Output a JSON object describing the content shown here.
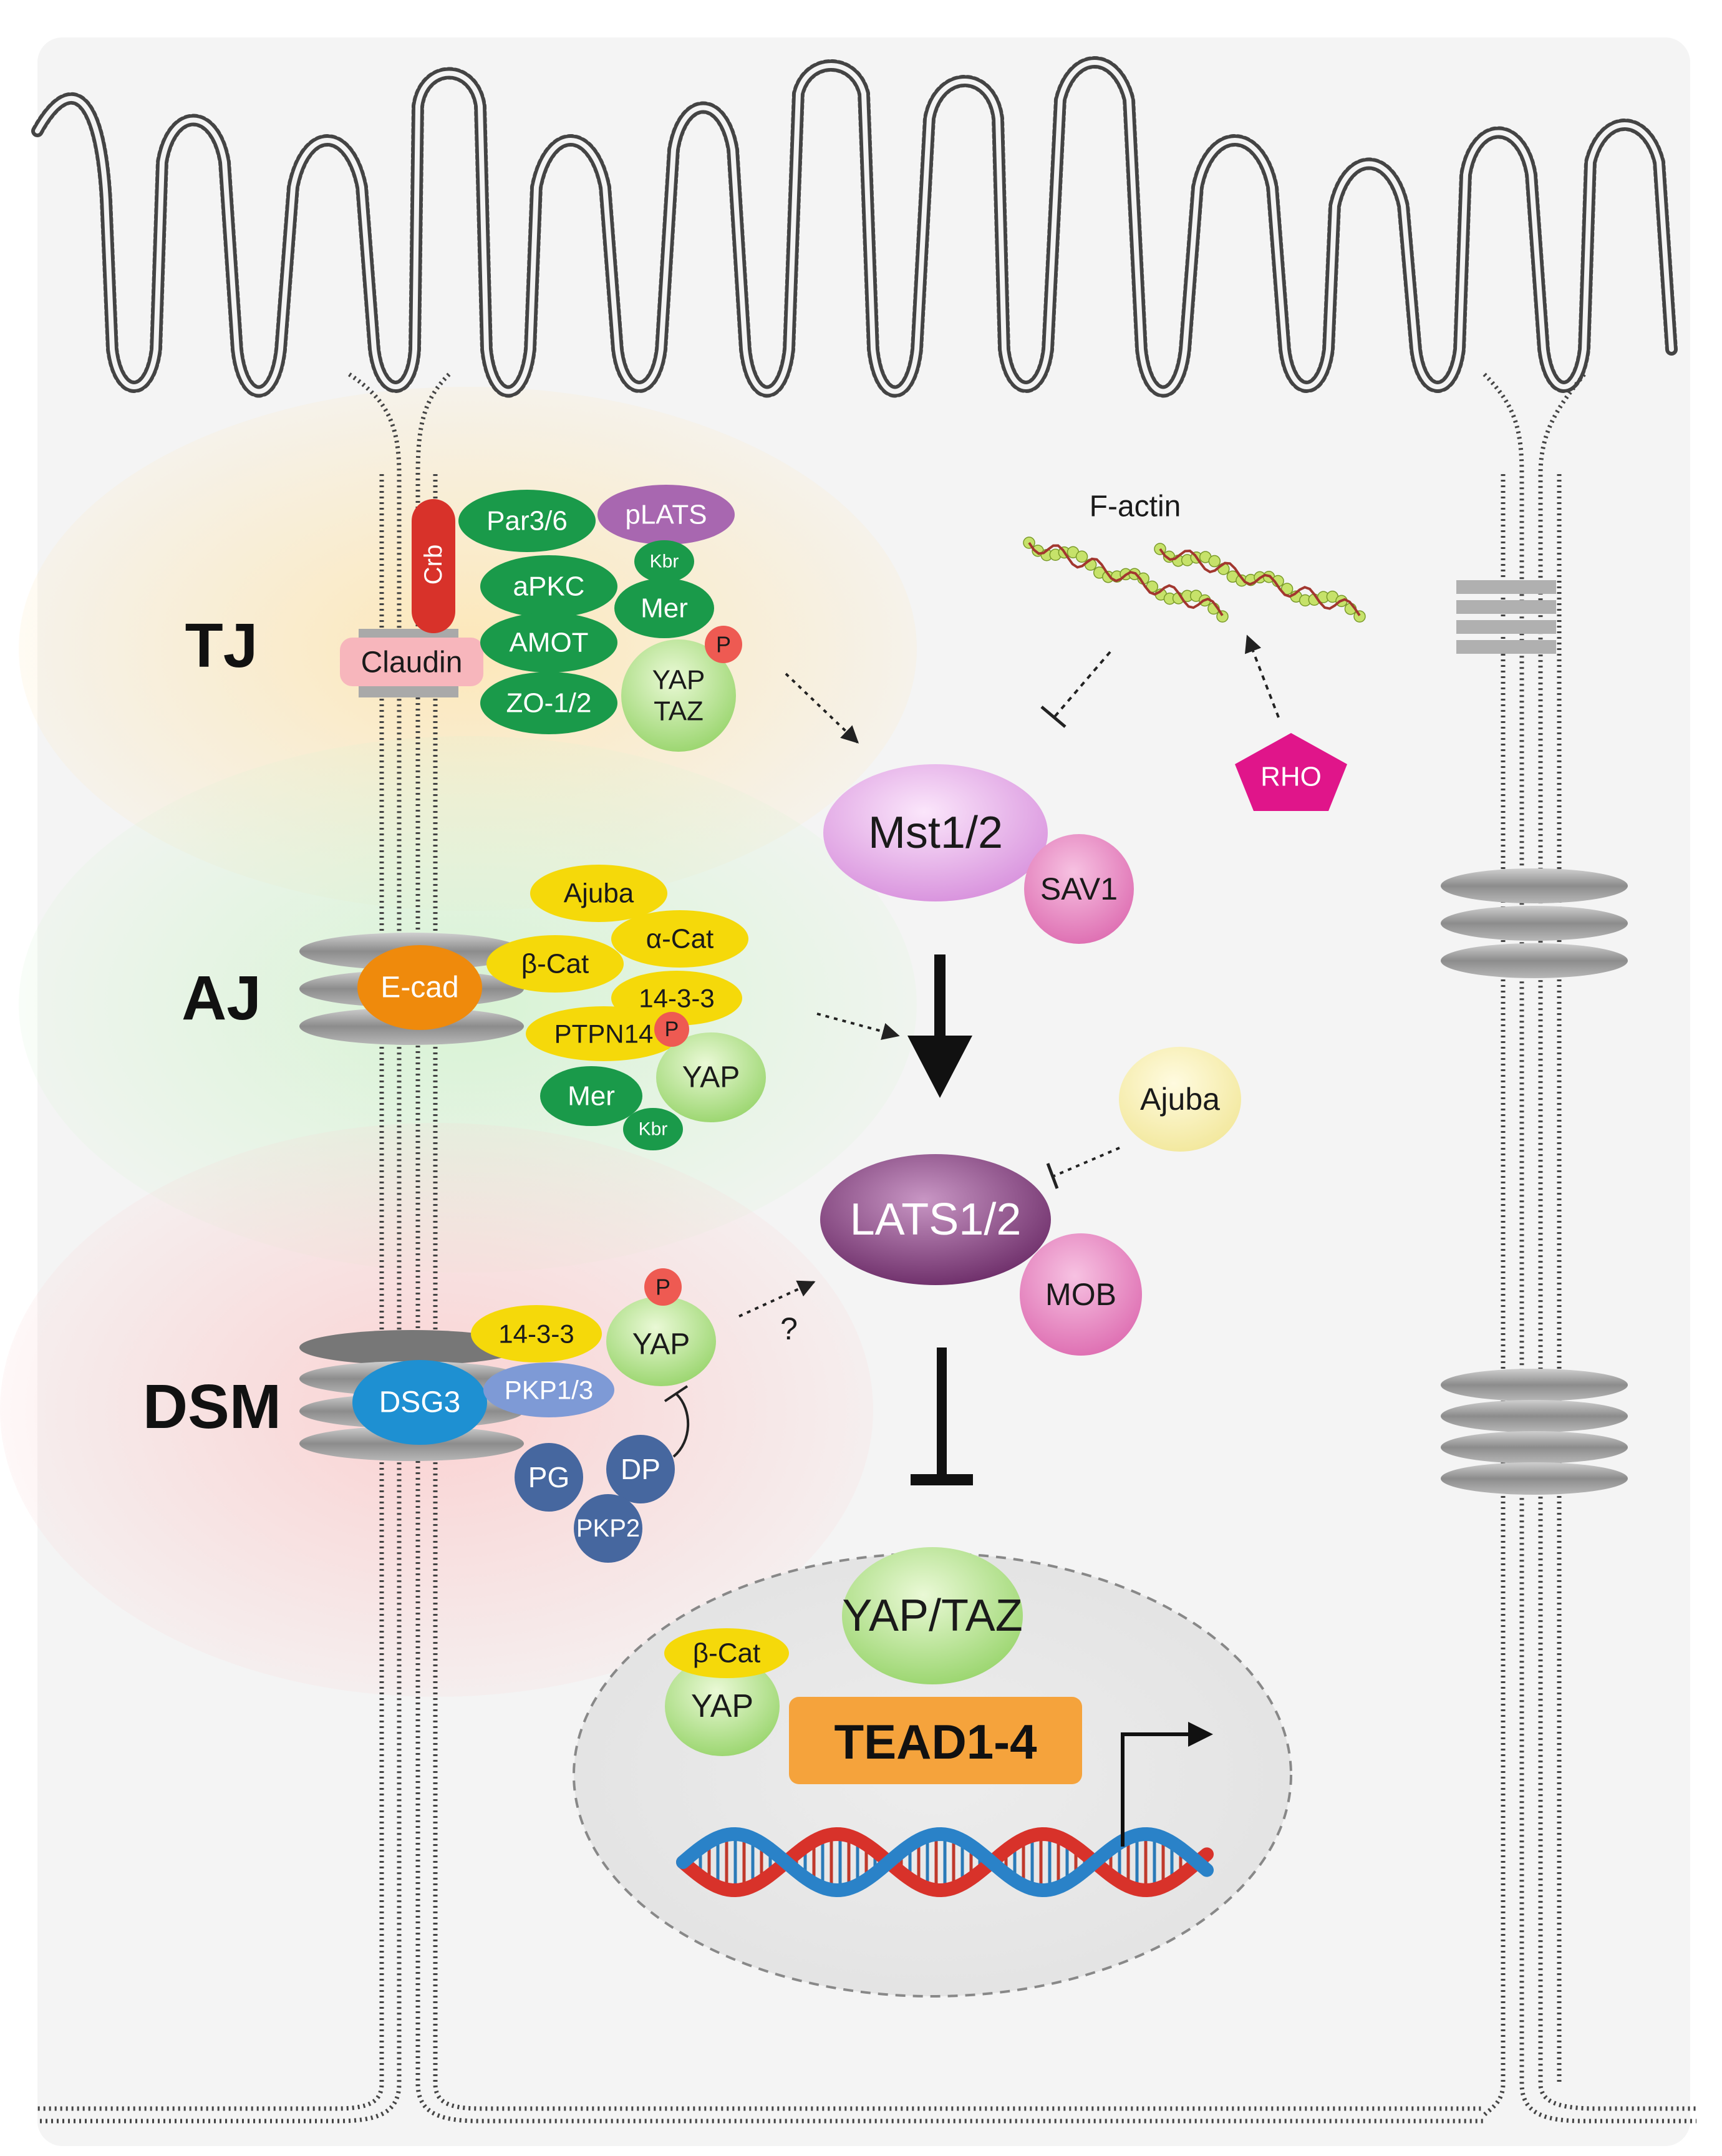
{
  "junctions": {
    "tj": "TJ",
    "aj": "AJ",
    "dsm": "DSM"
  },
  "tj_complex": {
    "crb": "Crb",
    "claudin": "Claudin",
    "par36": "Par3/6",
    "apkc": "aPKC",
    "amot": "AMOT",
    "zo12": "ZO-1/2",
    "plats": "pLATS",
    "kbr": "Kbr",
    "mer": "Mer",
    "yap": "YAP",
    "taz": "TAZ",
    "p": "P"
  },
  "aj_complex": {
    "ecad": "E-cad",
    "ajuba": "Ajuba",
    "bcat": "β-Cat",
    "acat": "α-Cat",
    "s1433": "14-3-3",
    "ptpn14": "PTPN14",
    "p": "P",
    "yap": "YAP",
    "mer": "Mer",
    "kbr": "Kbr"
  },
  "dsm_complex": {
    "dsg3": "DSG3",
    "s1433": "14-3-3",
    "p": "P",
    "yap": "YAP",
    "pkp13": "PKP1/3",
    "pg": "PG",
    "dp": "DP",
    "pkp2": "PKP2"
  },
  "cascade": {
    "factin": "F-actin",
    "rho": "RHO",
    "mst": "Mst1/2",
    "sav1": "SAV1",
    "ajuba": "Ajuba",
    "lats": "LATS1/2",
    "mob": "MOB",
    "question": "?"
  },
  "nucleus": {
    "yaptaz": "YAP/TAZ",
    "bcat": "β-Cat",
    "yap": "YAP",
    "tead": "TEAD1-4"
  },
  "colors": {
    "green": "#1a9a4a",
    "light_green": "#b7e38e",
    "yellow": "#f5d90a",
    "purple": "#8c3f87",
    "pink": "#e278b8",
    "orange": "#ef8a0c",
    "blue": "#1e90d2",
    "navy": "#46679f",
    "magenta": "#e0158a",
    "red": "#d8322a",
    "p_red": "#ee5a52"
  }
}
